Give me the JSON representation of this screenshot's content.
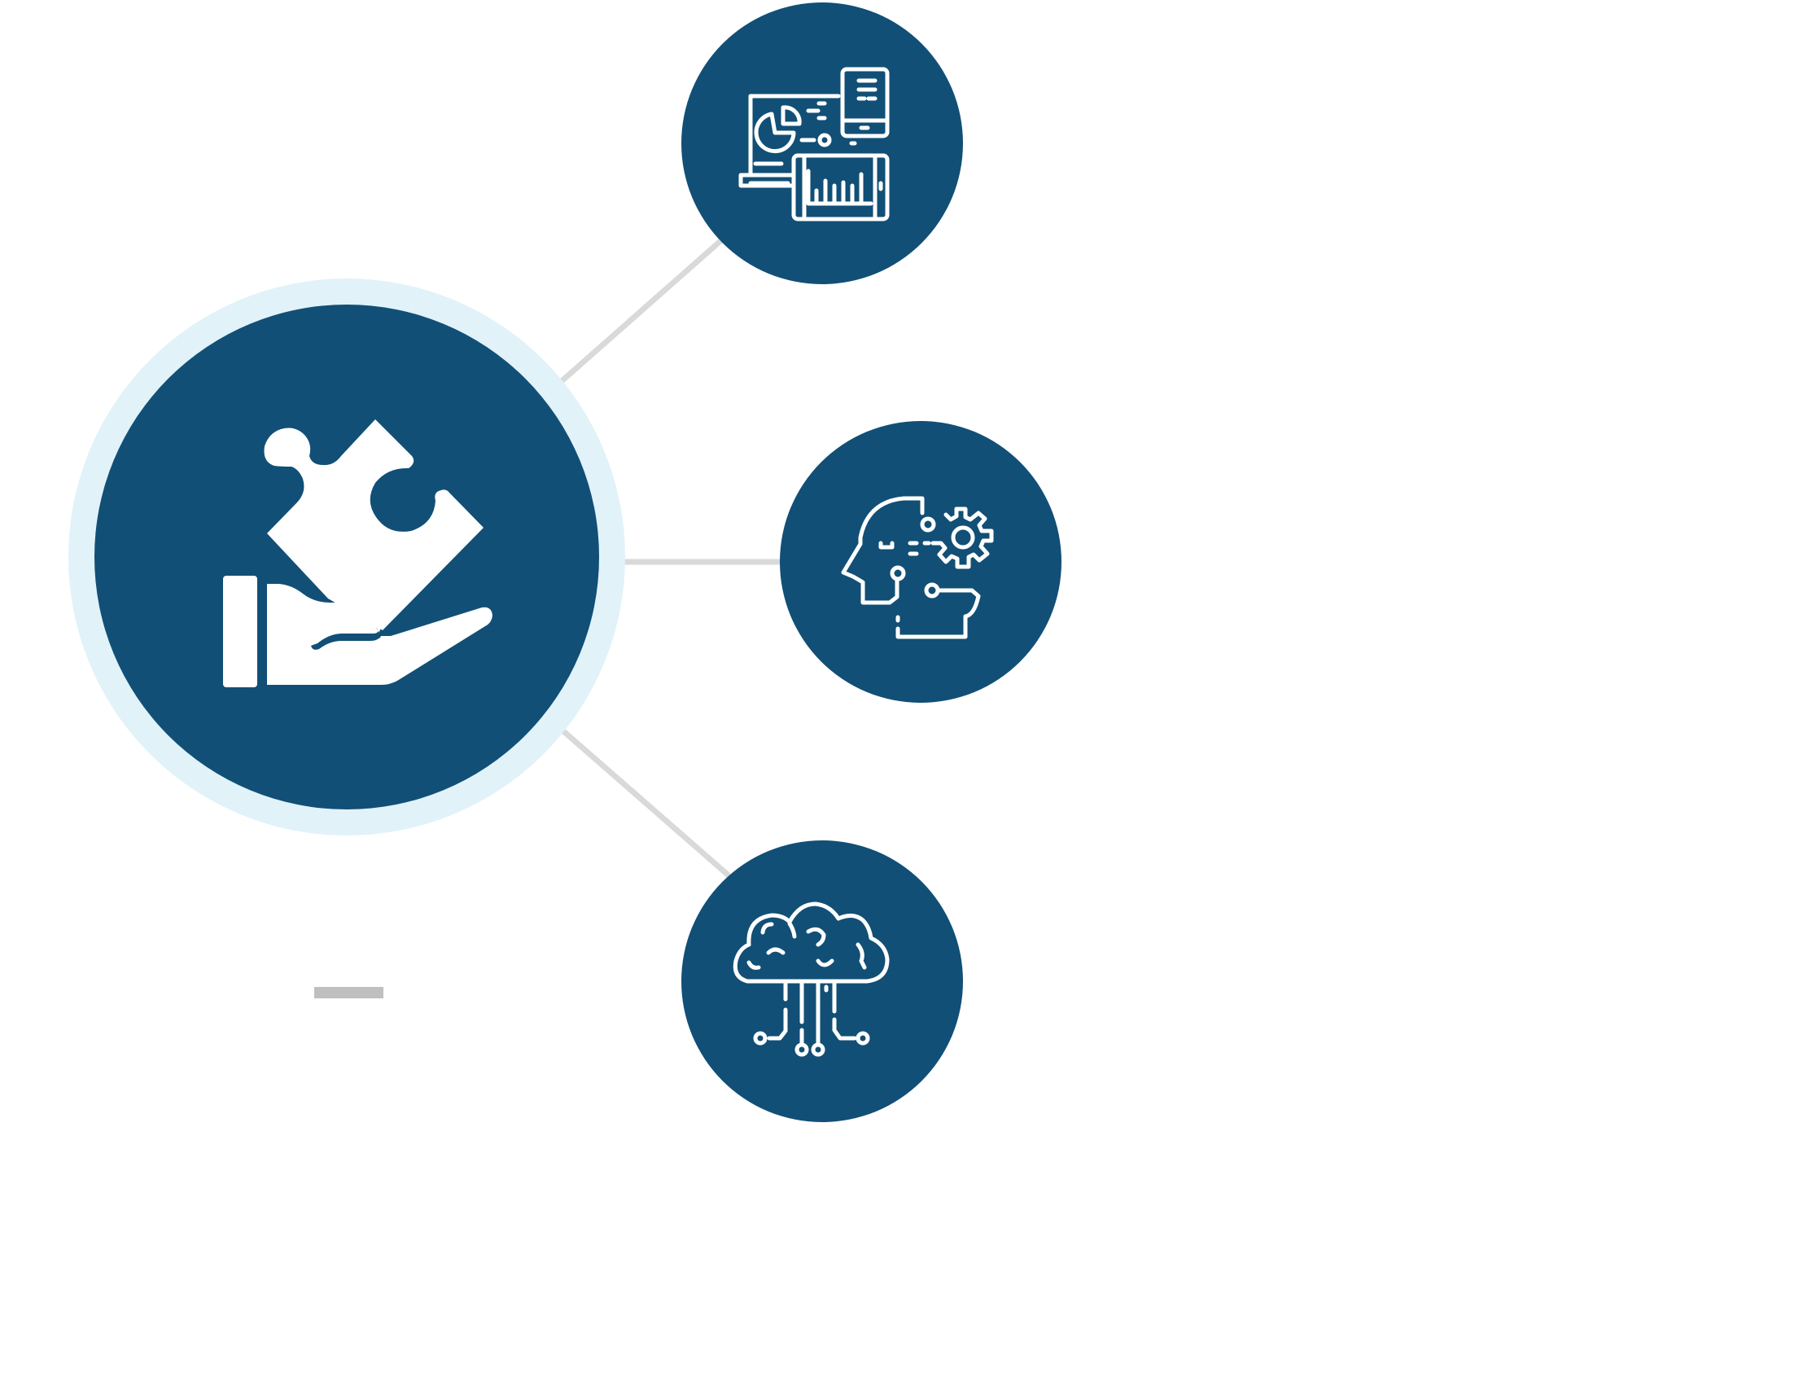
{
  "diagram": {
    "hub": {
      "icon": "puzzle-piece-in-hand-icon",
      "label": ""
    },
    "nodes": [
      {
        "id": "node-analytics-devices",
        "icon": "analytics-devices-icon"
      },
      {
        "id": "node-ai-head-gear",
        "icon": "ai-head-gear-icon"
      },
      {
        "id": "node-cloud-network",
        "icon": "cloud-network-icon"
      }
    ]
  },
  "colors": {
    "circle_fill": "#114f76",
    "hub_halo": "#e1f2f9",
    "connector": "#d9d9d9",
    "icon_stroke": "#ffffff",
    "placeholder_bar": "#bfbfbf"
  }
}
